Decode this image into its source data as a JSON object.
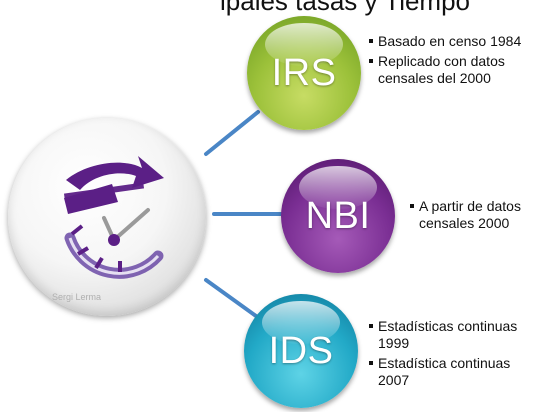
{
  "top_text": "ipales tasas y Tiempo",
  "hub": {
    "credit": "Sergi Lerma"
  },
  "nodes": [
    {
      "label": "IRS",
      "color": "#9cc13a",
      "bullets": [
        "Basado en censo 1984",
        "Replicado con datos censales del 2000"
      ]
    },
    {
      "label": "NBI",
      "color": "#7a2e93",
      "bullets": [
        "A partir de datos censales 2000"
      ]
    },
    {
      "label": "IDS",
      "color": "#22a9c7",
      "bullets": [
        "Estadísticas continuas 1999",
        "Estadística continuas 2007"
      ]
    }
  ],
  "connector_color": "#4a86c6",
  "clock_color": "#5b1f86"
}
